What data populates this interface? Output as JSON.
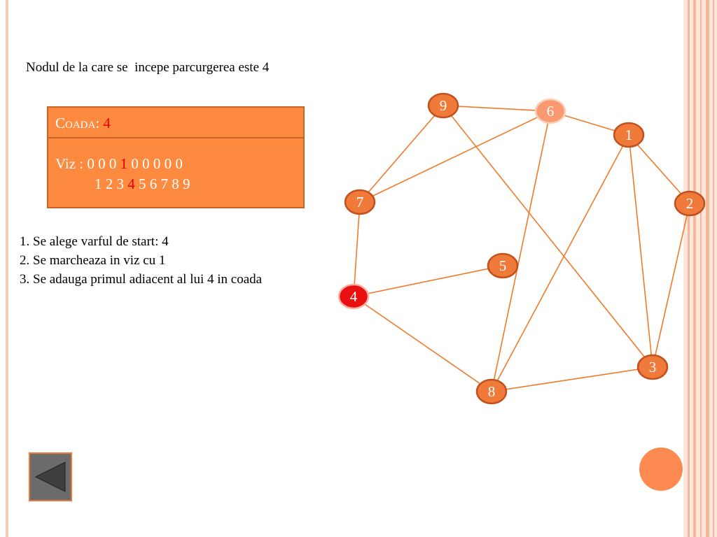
{
  "intro": "Nodul de la care se  incepe parcurgerea este 4",
  "queue": {
    "title": "Coada:",
    "value": "4",
    "viz_label": "Viz : ",
    "viz_values": [
      "0",
      "0",
      "0",
      "1",
      "0",
      "0",
      "0",
      "0",
      "0"
    ],
    "indices": [
      "1",
      "2",
      "3",
      "4",
      "5",
      "6",
      "7",
      "8",
      "9"
    ],
    "highlight_index": 3
  },
  "steps": [
    "1. Se alege varful de start: 4",
    "2. Se marcheaza in viz cu 1",
    "3. Se adauga primul adiacent al lui 4 in coada"
  ],
  "graph": {
    "nodes": [
      {
        "id": "1",
        "state": "normal"
      },
      {
        "id": "2",
        "state": "normal"
      },
      {
        "id": "3",
        "state": "normal"
      },
      {
        "id": "4",
        "state": "start"
      },
      {
        "id": "5",
        "state": "normal"
      },
      {
        "id": "6",
        "state": "highlight"
      },
      {
        "id": "7",
        "state": "normal"
      },
      {
        "id": "8",
        "state": "normal"
      },
      {
        "id": "9",
        "state": "normal"
      }
    ],
    "edges": [
      [
        "9",
        "6"
      ],
      [
        "6",
        "1"
      ],
      [
        "1",
        "2"
      ],
      [
        "9",
        "7"
      ],
      [
        "6",
        "7"
      ],
      [
        "9",
        "3"
      ],
      [
        "6",
        "8"
      ],
      [
        "1",
        "8"
      ],
      [
        "1",
        "3"
      ],
      [
        "2",
        "3"
      ],
      [
        "7",
        "4"
      ],
      [
        "4",
        "5"
      ],
      [
        "4",
        "8"
      ],
      [
        "8",
        "3"
      ]
    ],
    "colors": {
      "edge": "#ef7a2a",
      "node_fill": "#ef7a3a",
      "node_stroke": "#c2501c",
      "highlight_fill": "#fb9a70",
      "highlight_stroke": "#fcd0bb",
      "start_fill": "#e81010",
      "start_stroke": "#ffb0a0"
    }
  },
  "controls": {
    "back_icon": "triangle-left-icon",
    "next_icon": "circle-button-icon"
  }
}
